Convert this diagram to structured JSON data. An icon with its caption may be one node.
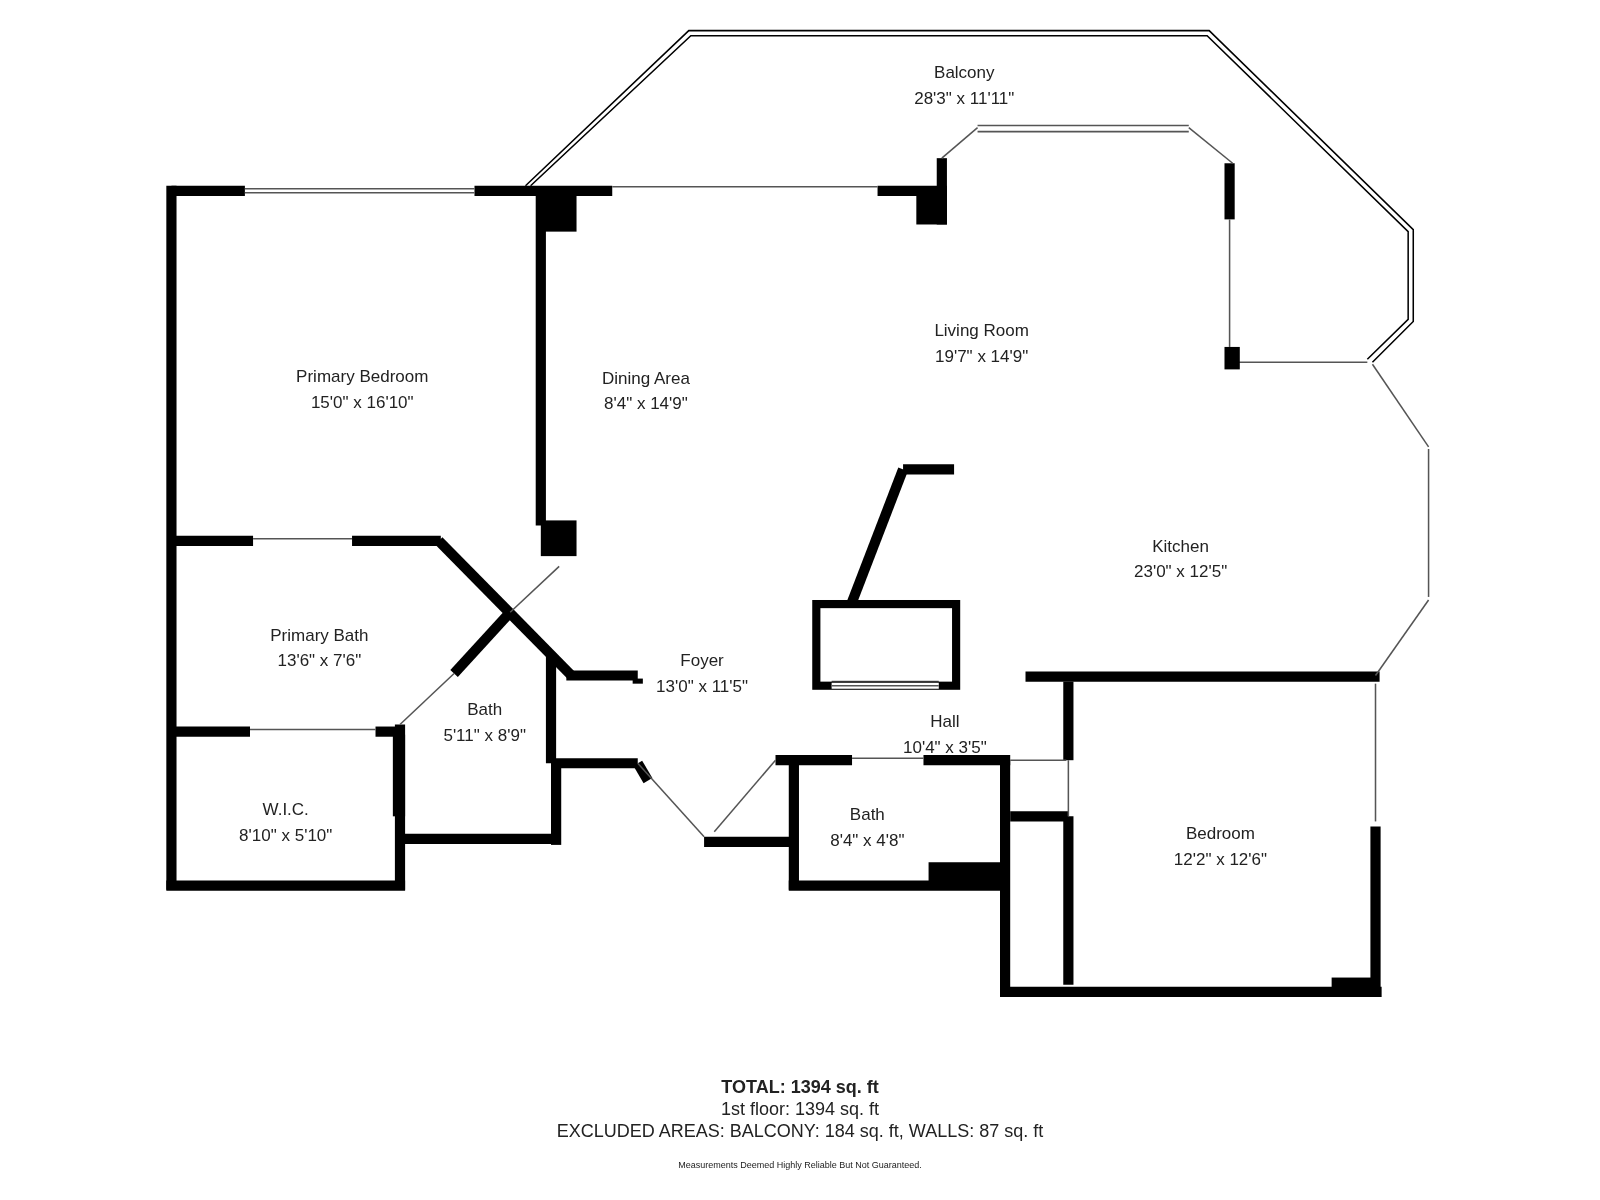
{
  "diagram": {
    "labels": [
      "Balcony",
      "28'3\" x 11'11\"",
      "Living Room",
      "19'7\" x 14'9\"",
      "Primary Bedroom",
      "15'0\" x 16'10\"",
      "Dining Area",
      "8'4\" x 14'9\"",
      "Kitchen",
      "23'0\" x 12'5\"",
      "Primary Bath",
      "13'6\" x 7'6\"",
      "Foyer",
      "13'0\" x 11'5\"",
      "Bath",
      "5'11\" x 8'9\"",
      "Hall",
      "10'4\" x 3'5\"",
      "W.I.C.",
      "8'10\" x 5'10\"",
      "Bath",
      "8'4\" x 4'8\"",
      "Bedroom",
      "12'2\" x 12'6\"",
      "TOTAL: 1394 sq. ft",
      "1st floor: 1394 sq. ft",
      "EXCLUDED AREAS: BALCONY: 184 sq. ft, WALLS: 87 sq. ft",
      "Measurements Deemed Highly Reliable But Not Guaranteed."
    ]
  }
}
